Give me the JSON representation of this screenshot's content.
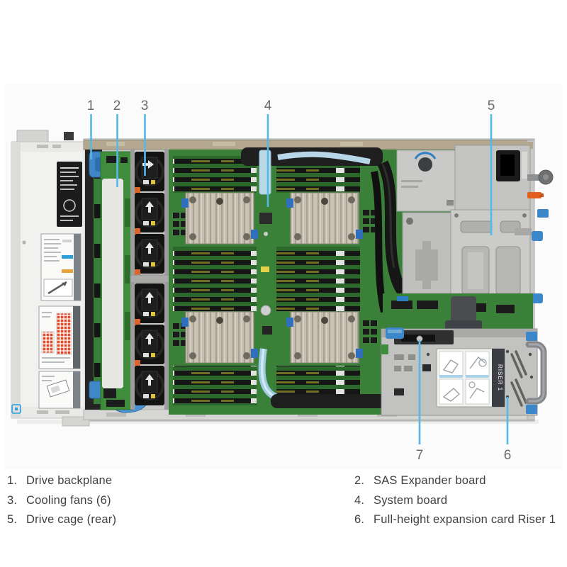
{
  "figure": {
    "type": "server-chassis-top-view-diagram",
    "callouts": [
      {
        "number": "1"
      },
      {
        "number": "2"
      },
      {
        "number": "3"
      },
      {
        "number": "4"
      },
      {
        "number": "5"
      },
      {
        "number": "6"
      },
      {
        "number": "7"
      }
    ],
    "riser_cage_label": "RISER 1",
    "colors": {
      "leader_line": "#54B9E6",
      "callout_number": "#6B6B6B",
      "pcb_green": "#3A8039",
      "pcb_green_dark": "#2C672B",
      "metal_light": "#C9CAC8",
      "fan_black": "#131313",
      "accent_orange": "#D9652B",
      "accent_blue": "#3C87C9",
      "heatsink": "#C6BEB1",
      "chassis_wall_tan": "#B3A88F",
      "label_red": "#E8492B"
    }
  },
  "legend": {
    "items": [
      {
        "num": "1.",
        "label": "Drive backplane"
      },
      {
        "num": "2.",
        "label": "SAS Expander board"
      },
      {
        "num": "3.",
        "label": "Cooling fans (6)"
      },
      {
        "num": "4.",
        "label": "System board"
      },
      {
        "num": "5.",
        "label": "Drive cage (rear)"
      },
      {
        "num": "6.",
        "label": "Full-height expansion card Riser 1"
      }
    ]
  }
}
